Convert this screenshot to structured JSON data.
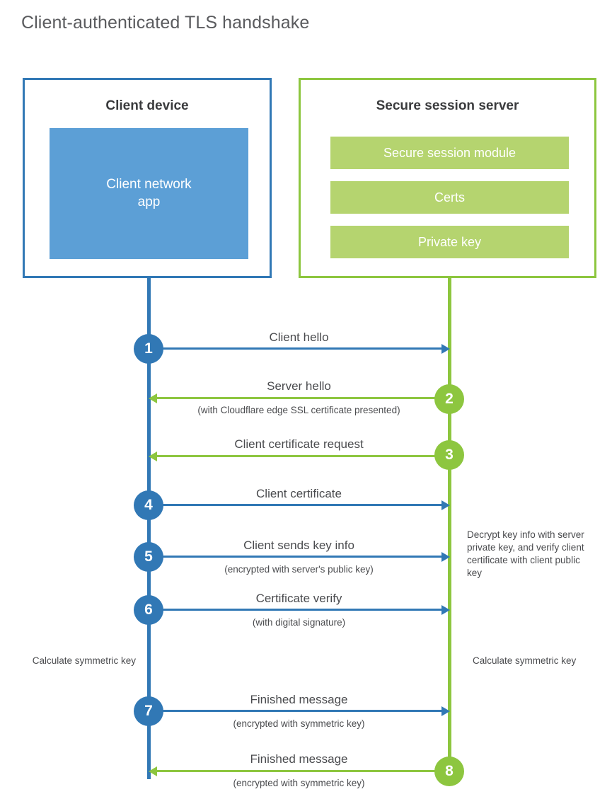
{
  "title": "Client-authenticated TLS handshake",
  "colors": {
    "client_blue": "#3178b5",
    "client_app_blue": "#5c9fd6",
    "server_green": "#8dc63f",
    "server_bar_green": "#b5d46f",
    "text_gray": "#4a4b4e",
    "title_gray": "#5a5b5e"
  },
  "actors": {
    "client": {
      "title": "Client device",
      "app_label": "Client network\napp"
    },
    "server": {
      "title": "Secure session server",
      "components": [
        {
          "label": "Secure session module"
        },
        {
          "label": "Certs"
        },
        {
          "label": "Private key"
        }
      ]
    }
  },
  "steps": [
    {
      "number": "1",
      "label": "Client hello",
      "sublabel": "",
      "direction": "client-to-server",
      "color": "blue"
    },
    {
      "number": "2",
      "label": "Server hello",
      "sublabel": "(with Cloudflare edge SSL certificate presented)",
      "direction": "server-to-client",
      "color": "green"
    },
    {
      "number": "3",
      "label": "Client certificate request",
      "sublabel": "",
      "direction": "server-to-client",
      "color": "green"
    },
    {
      "number": "4",
      "label": "Client certificate",
      "sublabel": "",
      "direction": "client-to-server",
      "color": "blue"
    },
    {
      "number": "5",
      "label": "Client sends key info",
      "sublabel": "(encrypted with server's public key)",
      "direction": "client-to-server",
      "color": "blue"
    },
    {
      "number": "6",
      "label": "Certificate verify",
      "sublabel": "(with digital signature)",
      "direction": "client-to-server",
      "color": "blue"
    },
    {
      "number": "7",
      "label": "Finished message",
      "sublabel": "(encrypted with symmetric key)",
      "direction": "client-to-server",
      "color": "blue"
    },
    {
      "number": "8",
      "label": "Finished message",
      "sublabel": "(encrypted with symmetric key)",
      "direction": "server-to-client",
      "color": "green"
    }
  ],
  "annotations": {
    "server_decrypt": "Decrypt key info with server private key, and verify client certificate with client public key",
    "client_calculate": "Calculate symmetric key",
    "server_calculate": "Calculate symmetric key"
  }
}
